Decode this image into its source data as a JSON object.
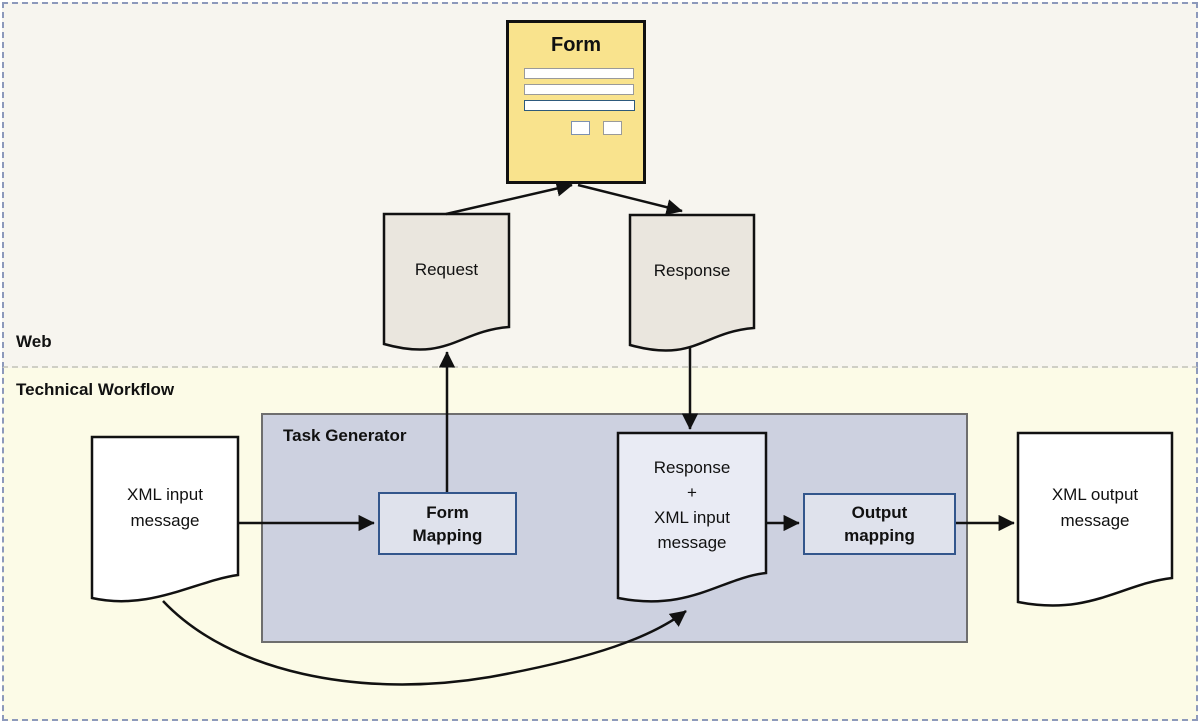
{
  "regions": {
    "web": {
      "label": "Web"
    },
    "technical_workflow": {
      "label": "Technical Workflow"
    }
  },
  "nodes": {
    "form": {
      "title": "Form",
      "field_count": 3,
      "checkbox_count": 2
    },
    "request": {
      "label": "Request"
    },
    "response": {
      "label": "Response"
    },
    "xml_input_message": {
      "lines": [
        "XML input",
        "message"
      ]
    },
    "task_generator": {
      "title": "Task Generator"
    },
    "form_mapping": {
      "lines": [
        "Form",
        "Mapping"
      ]
    },
    "response_plus_xml_input": {
      "lines": [
        "Response",
        "+",
        "XML input",
        "message"
      ]
    },
    "output_mapping": {
      "lines": [
        "Output",
        "mapping"
      ]
    },
    "xml_output_message": {
      "lines": [
        "XML output",
        "message"
      ]
    }
  },
  "colors": {
    "web_region_bg": "#f7f5ef",
    "workflow_region_bg": "#fcfbe7",
    "outer_border": "#8d99bb",
    "form_fill": "#f9e38d",
    "request_response_fill": "#eae6de",
    "plain_document_fill": "#ffffff",
    "merged_document_fill": "#e9ebf4",
    "task_generator_fill": "#cdd1e0",
    "mapping_box_fill": "#dfe2ec",
    "mapping_box_border": "#33568c",
    "line_color": "#111111"
  }
}
